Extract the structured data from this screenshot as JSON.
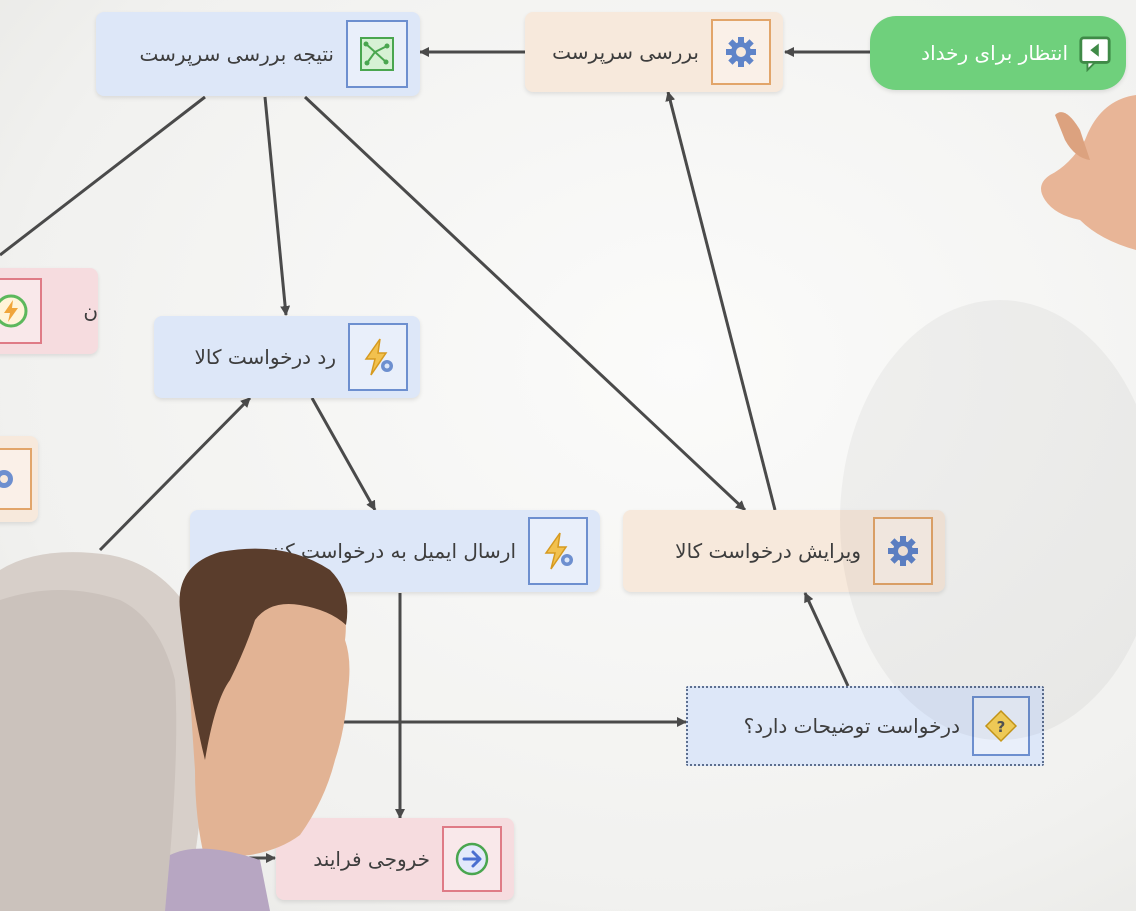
{
  "nodes": {
    "wait_event": "انتظار برای رخداد",
    "supervisor_review": "بررسی سرپرست",
    "supervisor_review_result": "نتیجه بررسی سرپرست",
    "reject_request": "رد درخواست کالا",
    "send_email": "ارسال ایمیل به درخواست کننده",
    "edit_request": "ویرایش درخواست کالا",
    "has_comments": "درخواست توضیحات دارد؟",
    "process_exit": "خروجی فرایند",
    "partial_left_node": "ن"
  },
  "icons": {
    "wait_event": "message-icon",
    "supervisor_review": "gear-icon",
    "supervisor_review_result": "map-icon",
    "reject_request": "lightning-gear-icon",
    "send_email": "lightning-gear-icon",
    "edit_request": "gear-icon",
    "has_comments": "question-diamond-icon",
    "process_exit": "arrow-right-circle-icon",
    "partial_left_node": "lightning-circle-icon"
  },
  "colors": {
    "blue_node": "#dde7f8",
    "orange_node": "#f7e9dc",
    "pink_node": "#f6dcdf",
    "green_node": "#6fd07c",
    "edge": "#4a4a4a"
  }
}
